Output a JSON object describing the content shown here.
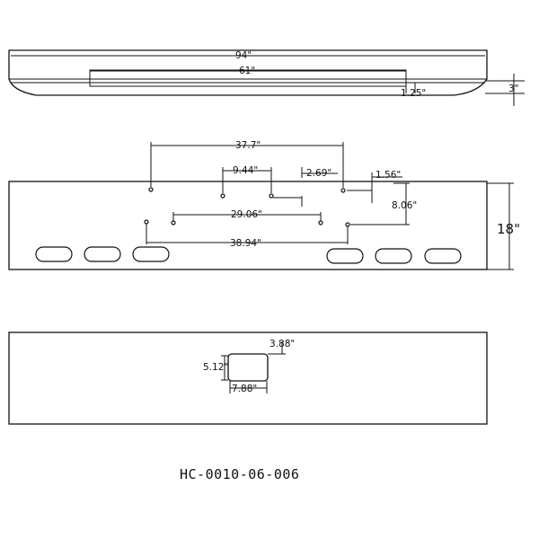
{
  "top_view": {
    "overall_length": "94\"",
    "inner_length": "61\"",
    "small_offset": "1.25\"",
    "height": "3\""
  },
  "front_view": {
    "dims": {
      "d_37_7": "37.7\"",
      "d_9_44": "9.44\"",
      "d_2_69": "2.69\"",
      "d_1_56": "1.56\"",
      "d_8_06": "8.06\"",
      "d_29_06": "29.06\"",
      "d_38_94": "38.94\"",
      "height": "18\""
    }
  },
  "bottom_view": {
    "cutout_height": "5.12\"",
    "cutout_width": "7.88\"",
    "cutout_offset": "3.88\""
  },
  "part_number": "HC-0010-06-006"
}
